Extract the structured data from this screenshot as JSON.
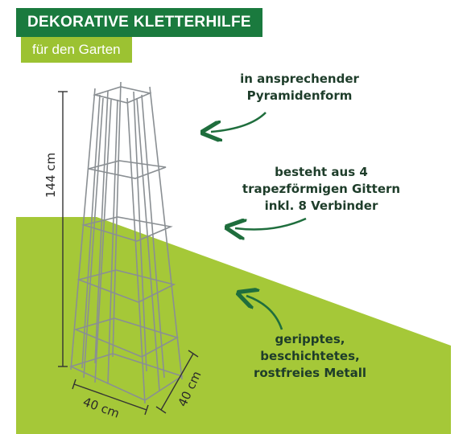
{
  "title": "DEKORATIVE KLETTERHILFE",
  "subtitle": "für den Garten",
  "features": [
    {
      "lines": [
        "in ansprechender",
        "Pyramidenform"
      ]
    },
    {
      "lines": [
        "besteht aus 4",
        "trapezförmigen Gittern",
        "inkl. 8 Verbinder"
      ]
    },
    {
      "lines": [
        "geripptes,",
        "beschichtetes,",
        "rostfreies Metall"
      ]
    }
  ],
  "dimensions": {
    "height": "144 cm",
    "width": "40 cm",
    "depth": "40 cm"
  },
  "colors": {
    "brand_dark_green": "#1a7a3e",
    "lime_green": "#9cc232",
    "arrow_green": "#1f6e3d",
    "text_dark": "#1e3d2a"
  },
  "icons": [
    "curved-arrow-icon",
    "dimension-line-icon"
  ]
}
